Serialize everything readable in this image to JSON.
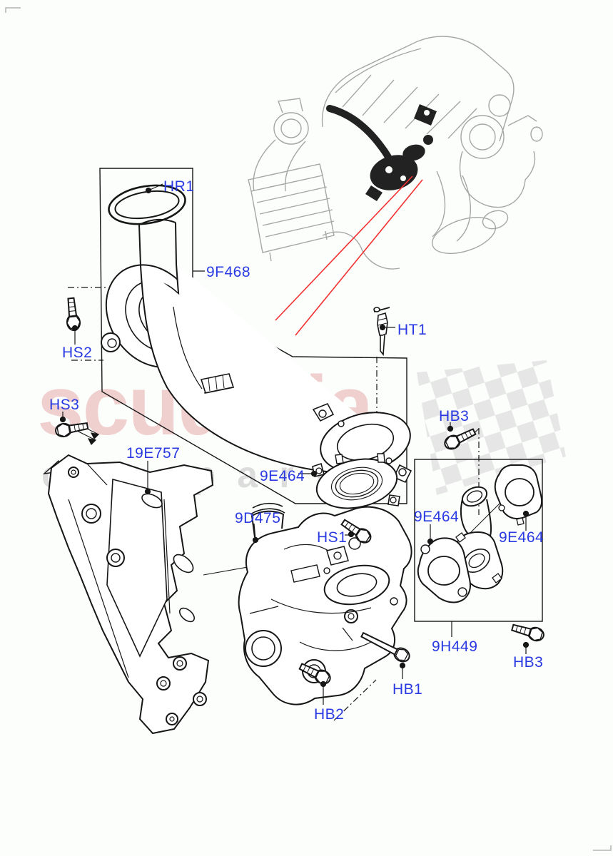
{
  "page": {
    "background_color": "#fcfefc"
  },
  "watermark": {
    "brand": "scuderia",
    "tagline": "car parts"
  },
  "callouts": [
    {
      "id": "hr1",
      "text": "HR1"
    },
    {
      "id": "9f468",
      "text": "9F468"
    },
    {
      "id": "hs2",
      "text": "HS2"
    },
    {
      "id": "hs3",
      "text": "HS3"
    },
    {
      "id": "19e757",
      "text": "19E757"
    },
    {
      "id": "9e464-mid",
      "text": "9E464"
    },
    {
      "id": "9d475",
      "text": "9D475"
    },
    {
      "id": "hs1",
      "text": "HS1"
    },
    {
      "id": "ht1",
      "text": "HT1"
    },
    {
      "id": "hb3-top",
      "text": "HB3"
    },
    {
      "id": "9e464-left",
      "text": "9E464"
    },
    {
      "id": "9e464-right",
      "text": "9E464"
    },
    {
      "id": "9h449",
      "text": "9H449"
    },
    {
      "id": "hb3-bottom",
      "text": "HB3"
    },
    {
      "id": "hb1",
      "text": "HB1"
    },
    {
      "id": "hb2",
      "text": "HB2"
    }
  ],
  "colors": {
    "callout_blue": "#2a3ae2",
    "pointer_red": "#f23030",
    "linework_black": "#161616",
    "ghost_sketch_gray": "#a6a6a6",
    "watermark_pink": "#edc3c3",
    "watermark_gray": "#dcdcdc",
    "checker_gray": "#e6e6e6"
  }
}
